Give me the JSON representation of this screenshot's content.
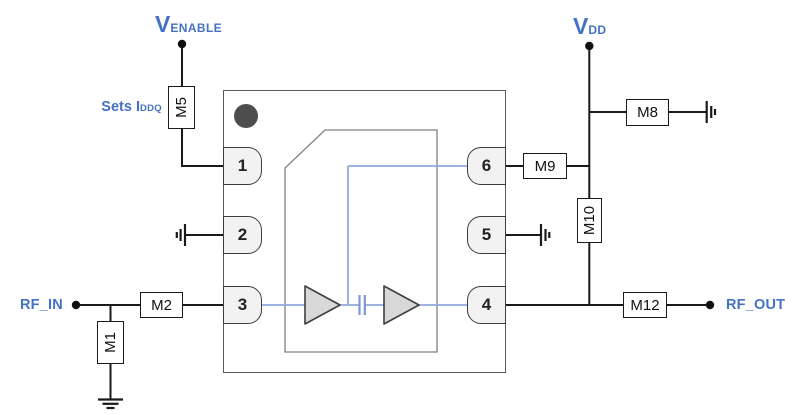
{
  "diagram_type": "rf-amplifier-application-schematic",
  "ports": {
    "venable": {
      "prefix": "V",
      "sub": "ENABLE"
    },
    "vdd": {
      "prefix": "V",
      "sub": "DD"
    },
    "rf_in": {
      "label": "RF_IN"
    },
    "rf_out": {
      "label": "RF_OUT"
    }
  },
  "notes": {
    "sets_iddq": {
      "prefix": "Sets I",
      "sub": "DDQ"
    }
  },
  "components": {
    "m1": "M1",
    "m2": "M2",
    "m5": "M5",
    "m8": "M8",
    "m9": "M9",
    "m10": "M10",
    "m12": "M12"
  },
  "ic": {
    "pins": {
      "p1": "1",
      "p2": "2",
      "p3": "3",
      "p4": "4",
      "p5": "5",
      "p6": "6"
    },
    "internal": [
      "amplifier-stage-1",
      "coupling-capacitor",
      "amplifier-stage-2"
    ]
  },
  "colors": {
    "label_blue": "#4472C4",
    "wire_blue": "#8FAADC",
    "wire_black": "#1a1a1a",
    "pad_fill": "#f2f2f2",
    "amp_fill": "#d8d8d8",
    "ic_border": "#595959",
    "die_border": "#808080",
    "pin1_dot": "#4d4d4d"
  }
}
